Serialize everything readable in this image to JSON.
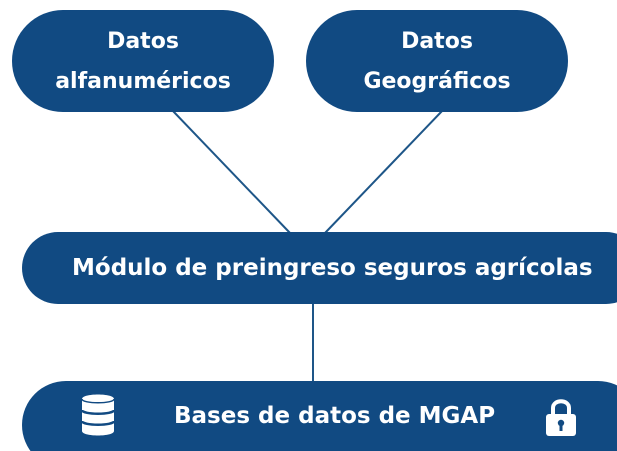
{
  "nodes": {
    "alphanumeric": {
      "line1": "Datos",
      "line2": "alfanuméricos"
    },
    "geographic": {
      "line1": "Datos",
      "line2": "Geográficos"
    },
    "module": {
      "label": "Módulo de preingreso seguros agrícolas"
    },
    "database": {
      "label": "Bases de datos de MGAP",
      "left_icon": "database-icon",
      "right_icon": "lock-icon"
    }
  },
  "colors": {
    "node_fill": "#114a82",
    "connector": "#1e5688",
    "text": "#ffffff",
    "background": "#ffffff"
  }
}
